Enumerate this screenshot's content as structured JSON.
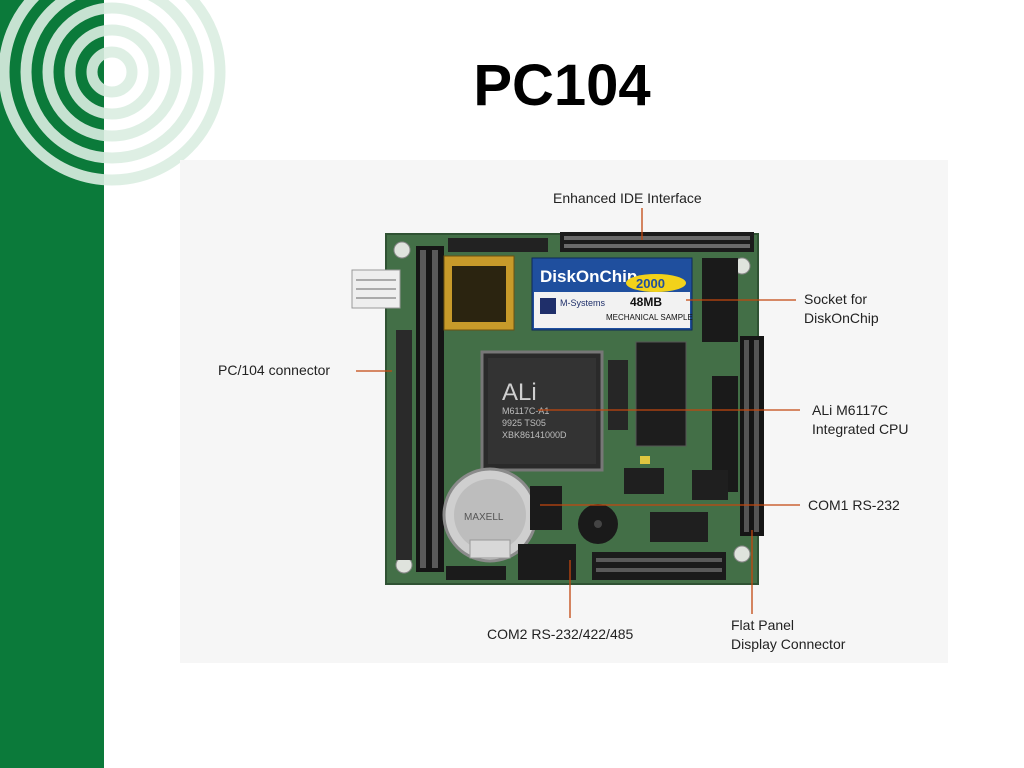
{
  "slide": {
    "title": "PC104",
    "colors": {
      "sidebar": "#0b7a3a",
      "background": "#ffffff",
      "panel": "#f6f6f6",
      "pcb": "#3f6f45"
    }
  },
  "labels": {
    "ide": "Enhanced IDE Interface",
    "socket_1": "Socket for",
    "socket_2": "DiskOnChip",
    "pc104": "PC/104 connector",
    "cpu_1": "ALi M6117C",
    "cpu_2": "Integrated CPU",
    "com1": "COM1 RS-232",
    "com2": "COM2 RS-232/422/485",
    "flat_1": "Flat Panel",
    "flat_2": "Display Connector"
  },
  "board_text": {
    "diskonchip": "DiskOnChip",
    "doc_year": "2000",
    "msystems": "M-Systems",
    "capacity": "48MB",
    "mech_sample": "MECHANICAL SAMPLE",
    "cpu_brand": "ALi",
    "cpu_line1": "M6117C-A1",
    "cpu_line2": "9925    TS05",
    "cpu_line3": "XBK86141000D",
    "battery": "MAXELL"
  }
}
